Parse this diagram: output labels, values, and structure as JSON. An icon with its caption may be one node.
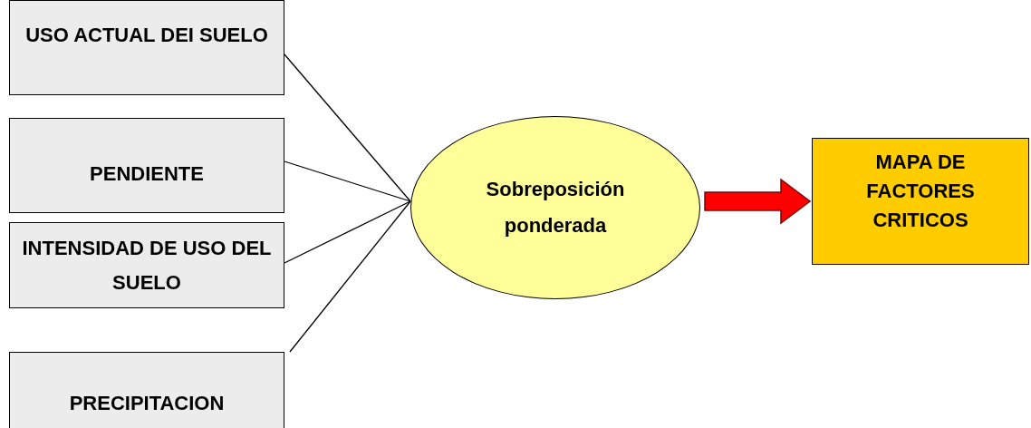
{
  "diagram": {
    "nodes": [
      {
        "text": [
          "USO ACTUAL DEI SUELO"
        ]
      },
      {
        "text": [
          "PENDIENTE"
        ]
      },
      {
        "text": [
          "INTENSIDAD DE USO DEL SUELO"
        ]
      },
      {
        "text": [
          "PRECIPITACION"
        ]
      },
      {
        "text": [
          "Sobreposición ponderada"
        ]
      },
      {
        "text": [
          "MAPA DE FACTORES CRITICOS"
        ]
      }
    ],
    "edges": [
      {
        "from": 0,
        "to": 4,
        "arrow": "none"
      },
      {
        "from": 1,
        "to": 4,
        "arrow": "none"
      },
      {
        "from": 2,
        "to": 4,
        "arrow": "none"
      },
      {
        "from": 3,
        "to": 4,
        "arrow": "none"
      },
      {
        "from": 4,
        "to": 5,
        "arrow": "to",
        "style": "thick",
        "color": "#ff0000"
      }
    ]
  }
}
